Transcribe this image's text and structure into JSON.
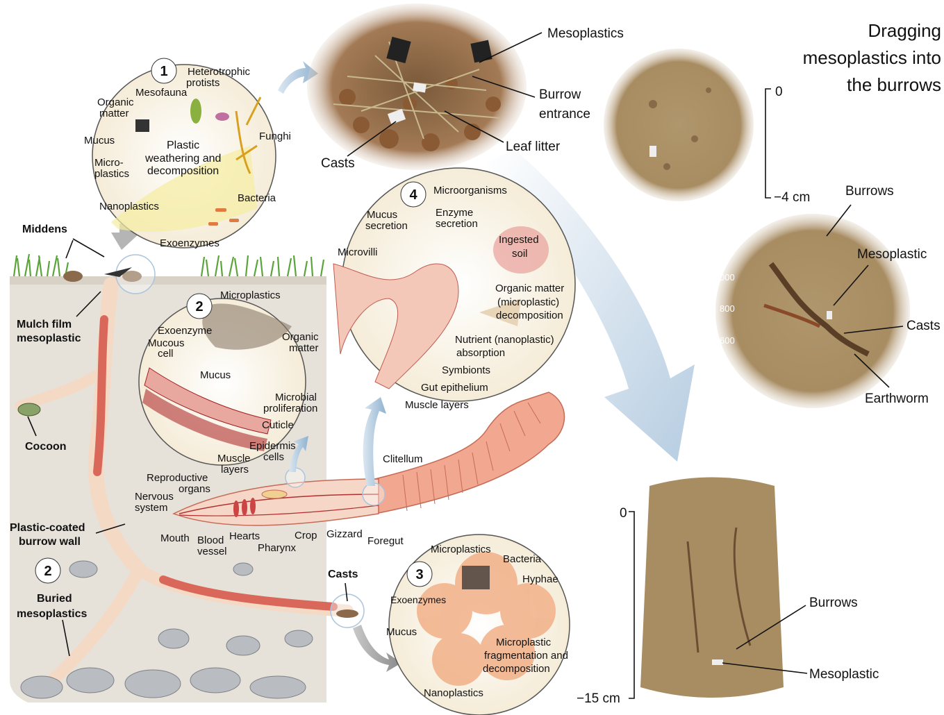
{
  "title": {
    "line1": "Dragging",
    "line2": "mesoplastics into",
    "line3": "the burrows"
  },
  "soil_labels": {
    "middens": "Middens",
    "mulch_1": "Mulch film",
    "mulch_2": "mesoplastic",
    "cocoon": "Cocoon",
    "coated_1": "Plastic-coated",
    "coated_2": "burrow wall",
    "buried_num": "2",
    "buried_1": "Buried",
    "buried_2": "mesoplastics",
    "casts": "Casts"
  },
  "photo_top": {
    "mesoplastics": "Mesoplastics",
    "burrow_1": "Burrow",
    "burrow_2": "entrance",
    "leaf": "Leaf litter",
    "casts": "Casts"
  },
  "circle1": {
    "num": "1",
    "hetero_1": "Heterotrophic",
    "hetero_2": "protists",
    "mesofauna": "Mesofauna",
    "organic_1": "Organic",
    "organic_2": "matter",
    "mucus": "Mucus",
    "micro_1": "Micro-",
    "micro_2": "plastics",
    "plastic_1": "Plastic",
    "plastic_2": "weathering and",
    "plastic_3": "decomposition",
    "funghi": "Funghi",
    "nano": "Nanoplastics",
    "bacteria": "Bacteria",
    "exo": "Exoenzymes"
  },
  "circle2": {
    "num": "2",
    "microplastics": "Microplastics",
    "exoenzyme": "Exoenzyme",
    "organic_1": "Organic",
    "organic_2": "matter",
    "mucous_1": "Mucous",
    "mucous_2": "cell",
    "mucus": "Mucus",
    "microbial_1": "Microbial",
    "microbial_2": "proliferation",
    "cuticle": "Cuticle",
    "epidermis_1": "Epidermis",
    "epidermis_2": "cells",
    "muscle_1": "Muscle",
    "muscle_2": "layers"
  },
  "circle3": {
    "num": "3",
    "microplastics": "Microplastics",
    "bacteria": "Bacteria",
    "hyphae": "Hyphae",
    "exo": "Exoenzymes",
    "mucus": "Mucus",
    "frag_1": "Microplastic",
    "frag_2": "fragmentation and",
    "frag_3": "decomposition",
    "nano": "Nanoplastics"
  },
  "circle4": {
    "num": "4",
    "microorganisms": "Microorganisms",
    "mucus_1": "Mucus",
    "mucus_2": "secretion",
    "enzyme_1": "Enzyme",
    "enzyme_2": "secretion",
    "microvilli": "Microvilli",
    "ingested_1": "Ingested",
    "ingested_2": "soil",
    "om_1": "Organic matter",
    "om_2": "(microplastic)",
    "om_3": "decomposition",
    "nut_1": "Nutrient (nanoplastic)",
    "nut_2": "absorption",
    "symbionts": "Symbionts",
    "gut": "Gut epithelium",
    "muscle": "Muscle layers"
  },
  "worm": {
    "clitellum": "Clitellum",
    "repro_1": "Reproductive",
    "repro_2": "organs",
    "nervous_1": "Nervous",
    "nervous_2": "system",
    "mouth": "Mouth",
    "blood_1": "Blood",
    "blood_2": "vessel",
    "hearts": "Hearts",
    "pharynx": "Pharynx",
    "crop": "Crop",
    "gizzard": "Gizzard",
    "foregut": "Foregut"
  },
  "jars": {
    "top_scale_0": "0",
    "top_scale_min": "−4 cm",
    "mid_burrows": "Burrows",
    "mid_meso": "Mesoplastic",
    "mid_casts": "Casts",
    "mid_worm": "Earthworm",
    "mid_beaker_1": "000",
    "mid_beaker_2": "800",
    "mid_beaker_3": "600",
    "bot_scale_0": "0",
    "bot_scale_min": "−15 cm",
    "bot_burrows": "Burrows",
    "bot_meso": "Mesoplastic"
  },
  "colors": {
    "soil": "#e8e4dc",
    "worm": "#d9685a",
    "worm_light": "#f2a890",
    "arrow_blue": "#a9c4dc",
    "photo_soil": "#a98c62",
    "grass": "#5aa43a"
  }
}
